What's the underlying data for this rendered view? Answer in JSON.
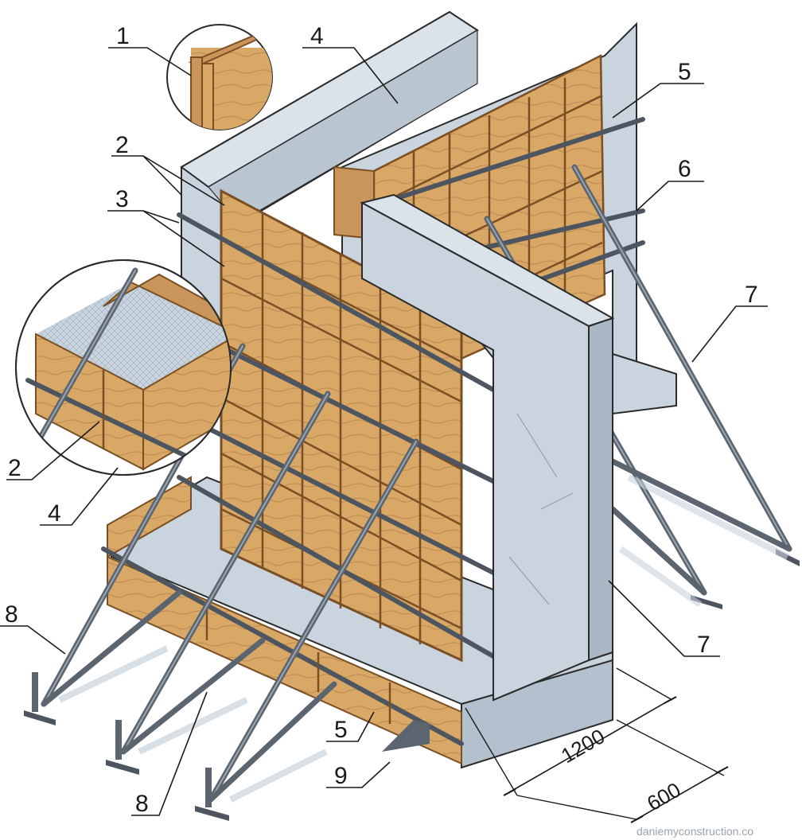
{
  "callouts": {
    "c1": "1",
    "c2a": "2",
    "c3": "3",
    "c4a": "4",
    "c5a": "5",
    "c6": "6",
    "c7a": "7",
    "c7b": "7",
    "c2b": "2",
    "c4b": "4",
    "c8a": "8",
    "c8b": "8",
    "c5b": "5",
    "c9": "9"
  },
  "dimensions": {
    "width": "1200",
    "depth": "600"
  },
  "watermark": "daniemyconstruction.co",
  "colors": {
    "concrete": "#c9d4de",
    "concrete_dark": "#aab8c5",
    "wood": "#d9a867",
    "wood_dark": "#b8824a",
    "steel": "#5b6570"
  }
}
